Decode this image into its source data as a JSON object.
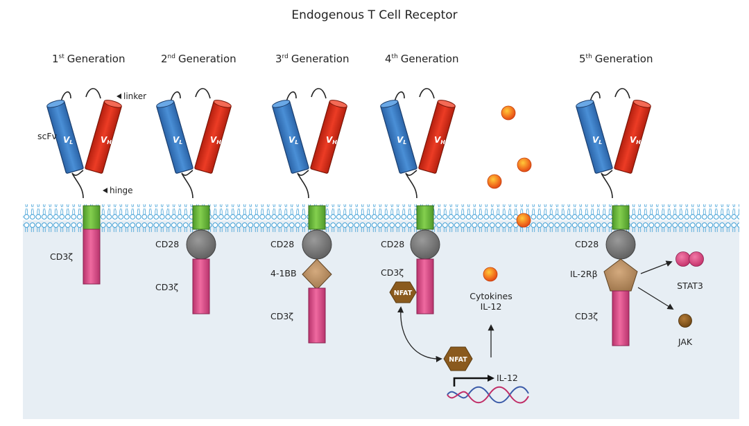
{
  "title": "Endogenous T Cell Receptor",
  "generations": [
    {
      "num": "1",
      "sup": "st",
      "word": "Generation"
    },
    {
      "num": "2",
      "sup": "nd",
      "word": "Generation"
    },
    {
      "num": "3",
      "sup": "rd",
      "word": "Generation"
    },
    {
      "num": "4",
      "sup": "th",
      "word": "Generation"
    },
    {
      "num": "5",
      "sup": "th",
      "word": "Generation"
    }
  ],
  "chain_labels": {
    "vl_main": "V",
    "vl_sub": "L",
    "vh_main": "V",
    "vh_sub": "H"
  },
  "annotations": {
    "linker": "linker",
    "hinge": "hinge",
    "scfv": "scFv"
  },
  "domain_labels": {
    "cd3z": "CD3ζ",
    "cd28": "CD28",
    "bb41": "4-1BB",
    "il2rb": "IL-2Rβ"
  },
  "nfat": "NFAT",
  "cytokines": [
    "Cytokines",
    "IL-12"
  ],
  "il12_gene": "IL-12",
  "stat3": "STAT3",
  "jak": "JAK",
  "colors": {
    "vl": "#3a7cc4",
    "vh": "#d8311f",
    "tm": "#6bbb3c",
    "cd3z": "#d9508a",
    "cd28": "#7a7a7a",
    "bb41": "#b89068",
    "il2rb": "#c8a07a",
    "nfat": "#8a5a1e",
    "cytoplasm": "#e7eef4",
    "membrane": "#3f9fd6",
    "cytokine": "#f26522",
    "stat3": "#d63d7a",
    "jak": "#8a5a1e"
  }
}
